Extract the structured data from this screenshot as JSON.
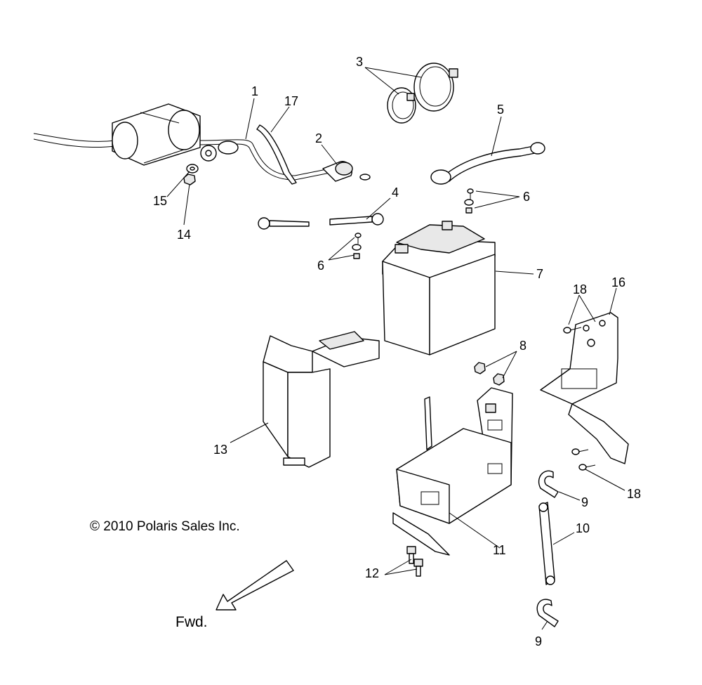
{
  "callouts": {
    "c1": "1",
    "c2": "2",
    "c3": "3",
    "c4": "4",
    "c5": "5",
    "c6a": "6",
    "c6b": "6",
    "c7": "7",
    "c8": "8",
    "c9a": "9",
    "c9b": "9",
    "c10": "10",
    "c11": "11",
    "c12": "12",
    "c13": "13",
    "c14": "14",
    "c15": "15",
    "c16": "16",
    "c17": "17",
    "c18a": "18",
    "c18b": "18"
  },
  "copyright": "© 2010 Polaris Sales Inc.",
  "direction_label": "Fwd."
}
